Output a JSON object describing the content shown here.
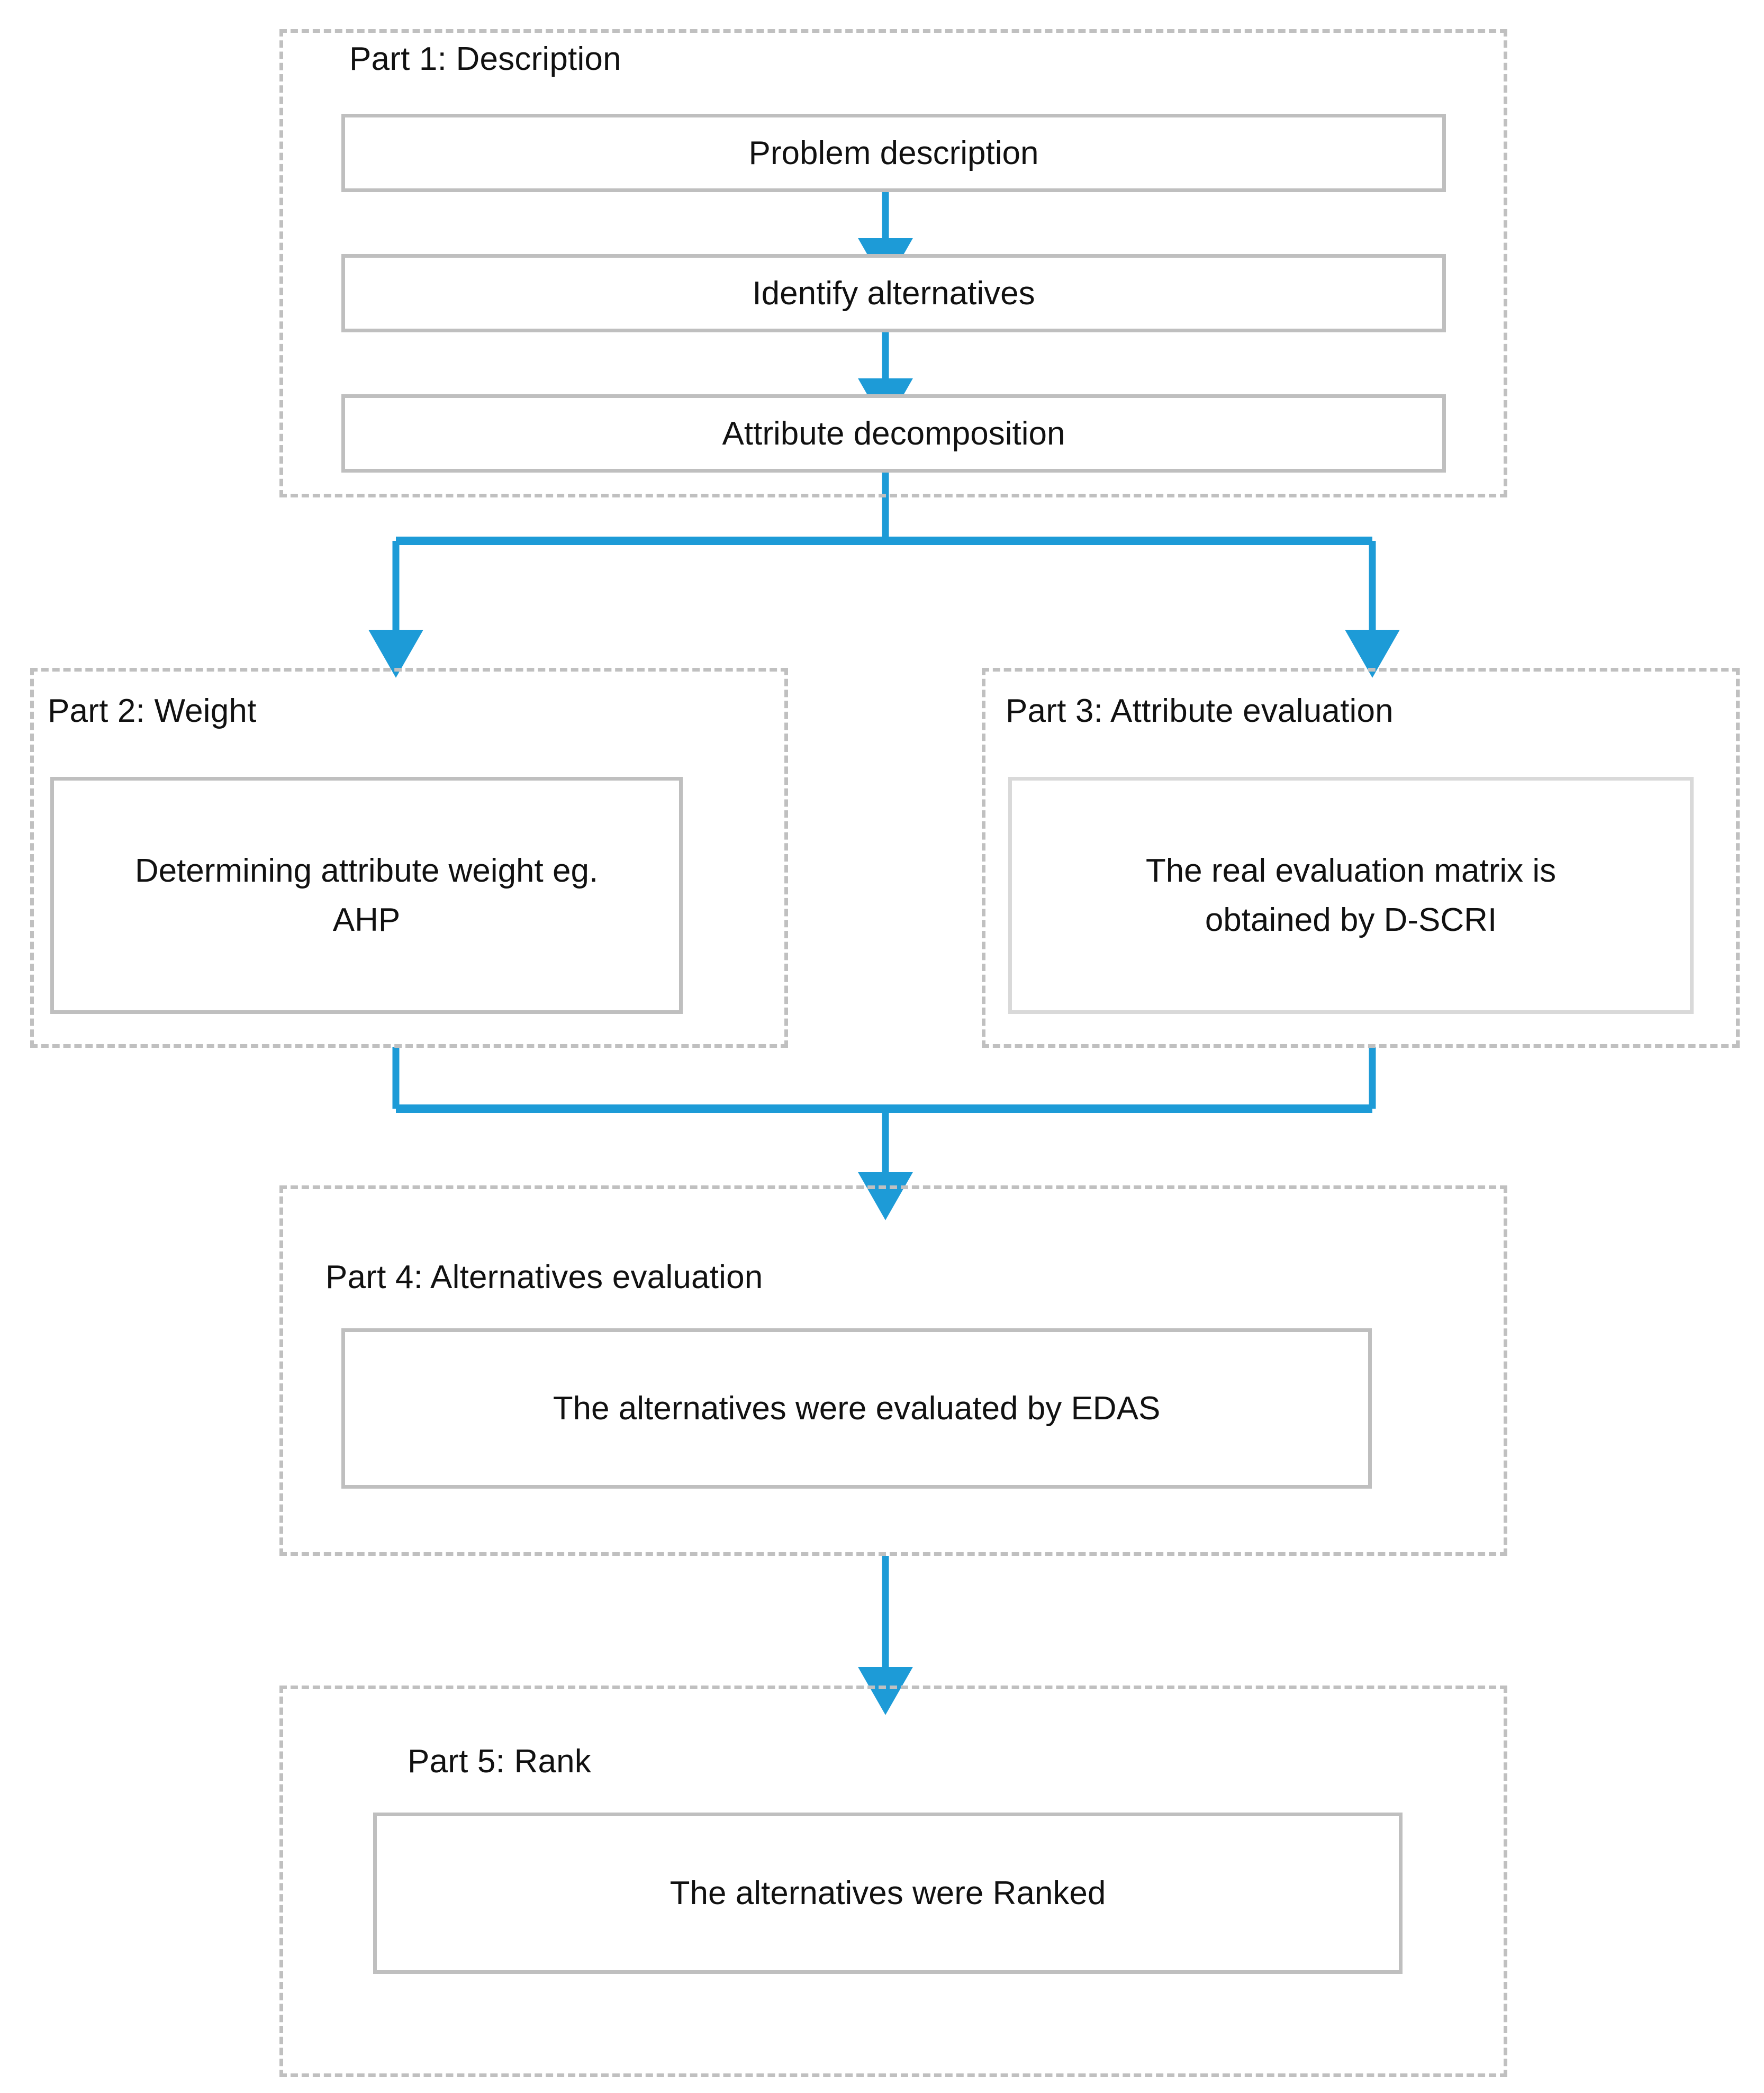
{
  "diagram": {
    "title_hidden": "",
    "accent_color": "#1d9bd7",
    "container_border_color": "#c0c0c0",
    "node_border_color": "#bfbfbf",
    "node_border_color_light": "#d9d9d9",
    "background_color": "#ffffff",
    "text_color": "#111111",
    "flow_type": "flowchart",
    "parts": [
      {
        "id": "part1",
        "title": "Part 1: Description",
        "nodes": [
          {
            "id": "problem-description",
            "label": "Problem description"
          },
          {
            "id": "identify-alternatives",
            "label": "Identify alternatives"
          },
          {
            "id": "attribute-decomposition",
            "label": "Attribute decomposition"
          }
        ]
      },
      {
        "id": "part2",
        "title": "Part 2: Weight",
        "nodes": [
          {
            "id": "determining-attribute-weight",
            "label": "Determining attribute weight eg. AHP"
          }
        ]
      },
      {
        "id": "part3",
        "title": "Part 3: Attribute evaluation",
        "nodes": [
          {
            "id": "real-evaluation-matrix",
            "label": "The real evaluation matrix is obtained by D-SCRI"
          }
        ]
      },
      {
        "id": "part4",
        "title": "Part 4: Alternatives evaluation",
        "nodes": [
          {
            "id": "alternatives-evaluated-edas",
            "label": "The alternatives were evaluated by EDAS"
          }
        ]
      },
      {
        "id": "part5",
        "title": "Part 5: Rank",
        "nodes": [
          {
            "id": "alternatives-ranked",
            "label": "The alternatives were Ranked"
          }
        ]
      }
    ],
    "edges": [
      {
        "id": "e1",
        "from": "problem-description",
        "to": "identify-alternatives",
        "kind": "straight"
      },
      {
        "id": "e2",
        "from": "identify-alternatives",
        "to": "attribute-decomposition",
        "kind": "straight"
      },
      {
        "id": "e3",
        "from": "part1",
        "to": "part2",
        "kind": "split-left"
      },
      {
        "id": "e4",
        "from": "part1",
        "to": "part3",
        "kind": "split-right"
      },
      {
        "id": "e5",
        "from": "part2",
        "to": "part4",
        "kind": "merge-left"
      },
      {
        "id": "e6",
        "from": "part3",
        "to": "part4",
        "kind": "merge-right"
      },
      {
        "id": "e7",
        "from": "part4",
        "to": "part5",
        "kind": "straight"
      }
    ]
  }
}
